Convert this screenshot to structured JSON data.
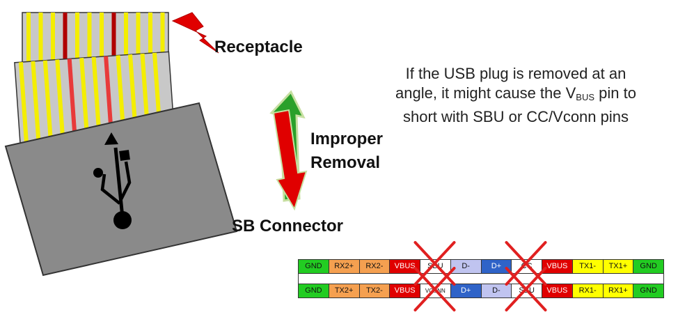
{
  "labels": {
    "receptacle": "Receptacle",
    "improper_line1": "Improper",
    "improper_line2": "Removal",
    "connector": "SB Connector"
  },
  "note": {
    "text_before": "If the USB plug is removed at an angle, it might cause the V",
    "subscript": "BUS",
    "text_after": " pin to short with SBU or CC/Vconn pins"
  },
  "colors": {
    "gnd": "#22cc22",
    "rx": "#f5a050",
    "vbus": "#e00000",
    "sbu": "#ffffff",
    "dminus": "#c0c4f0",
    "dplus": "#2f63c8",
    "tx": "#ffff00",
    "cross": "#e02020",
    "arrow_green": "#2aa02a",
    "arrow_red": "#e00000",
    "bolt": "#e00000"
  },
  "pins": {
    "top_row": [
      {
        "label": "GND",
        "color": "#22cc22"
      },
      {
        "label": "RX2+",
        "color": "#f5a050"
      },
      {
        "label": "RX2-",
        "color": "#f5a050"
      },
      {
        "label": "VBUS",
        "color": "#e00000"
      },
      {
        "label": "SBU",
        "color": "#ffffff"
      },
      {
        "label": "D-",
        "color": "#c0c4f0"
      },
      {
        "label": "D+",
        "color": "#2f63c8"
      },
      {
        "label": "CC",
        "color": "#ffffff"
      },
      {
        "label": "VBUS",
        "color": "#e00000"
      },
      {
        "label": "TX1-",
        "color": "#ffff00"
      },
      {
        "label": "TX1+",
        "color": "#ffff00"
      },
      {
        "label": "GND",
        "color": "#22cc22"
      }
    ],
    "bottom_row": [
      {
        "label": "GND",
        "color": "#22cc22"
      },
      {
        "label": "TX2+",
        "color": "#f5a050"
      },
      {
        "label": "TX2-",
        "color": "#f5a050"
      },
      {
        "label": "VBUS",
        "color": "#e00000"
      },
      {
        "label": "VCONN",
        "color": "#ffffff"
      },
      {
        "label": "D+",
        "color": "#2f63c8"
      },
      {
        "label": "D-",
        "color": "#c0c4f0"
      },
      {
        "label": "SBU",
        "color": "#ffffff"
      },
      {
        "label": "VBUS",
        "color": "#e00000"
      },
      {
        "label": "RX1-",
        "color": "#ffff00"
      },
      {
        "label": "RX1+",
        "color": "#ffff00"
      },
      {
        "label": "GND",
        "color": "#22cc22"
      }
    ],
    "crossed_top": [
      4,
      7
    ],
    "crossed_bottom": [
      4,
      7
    ]
  }
}
